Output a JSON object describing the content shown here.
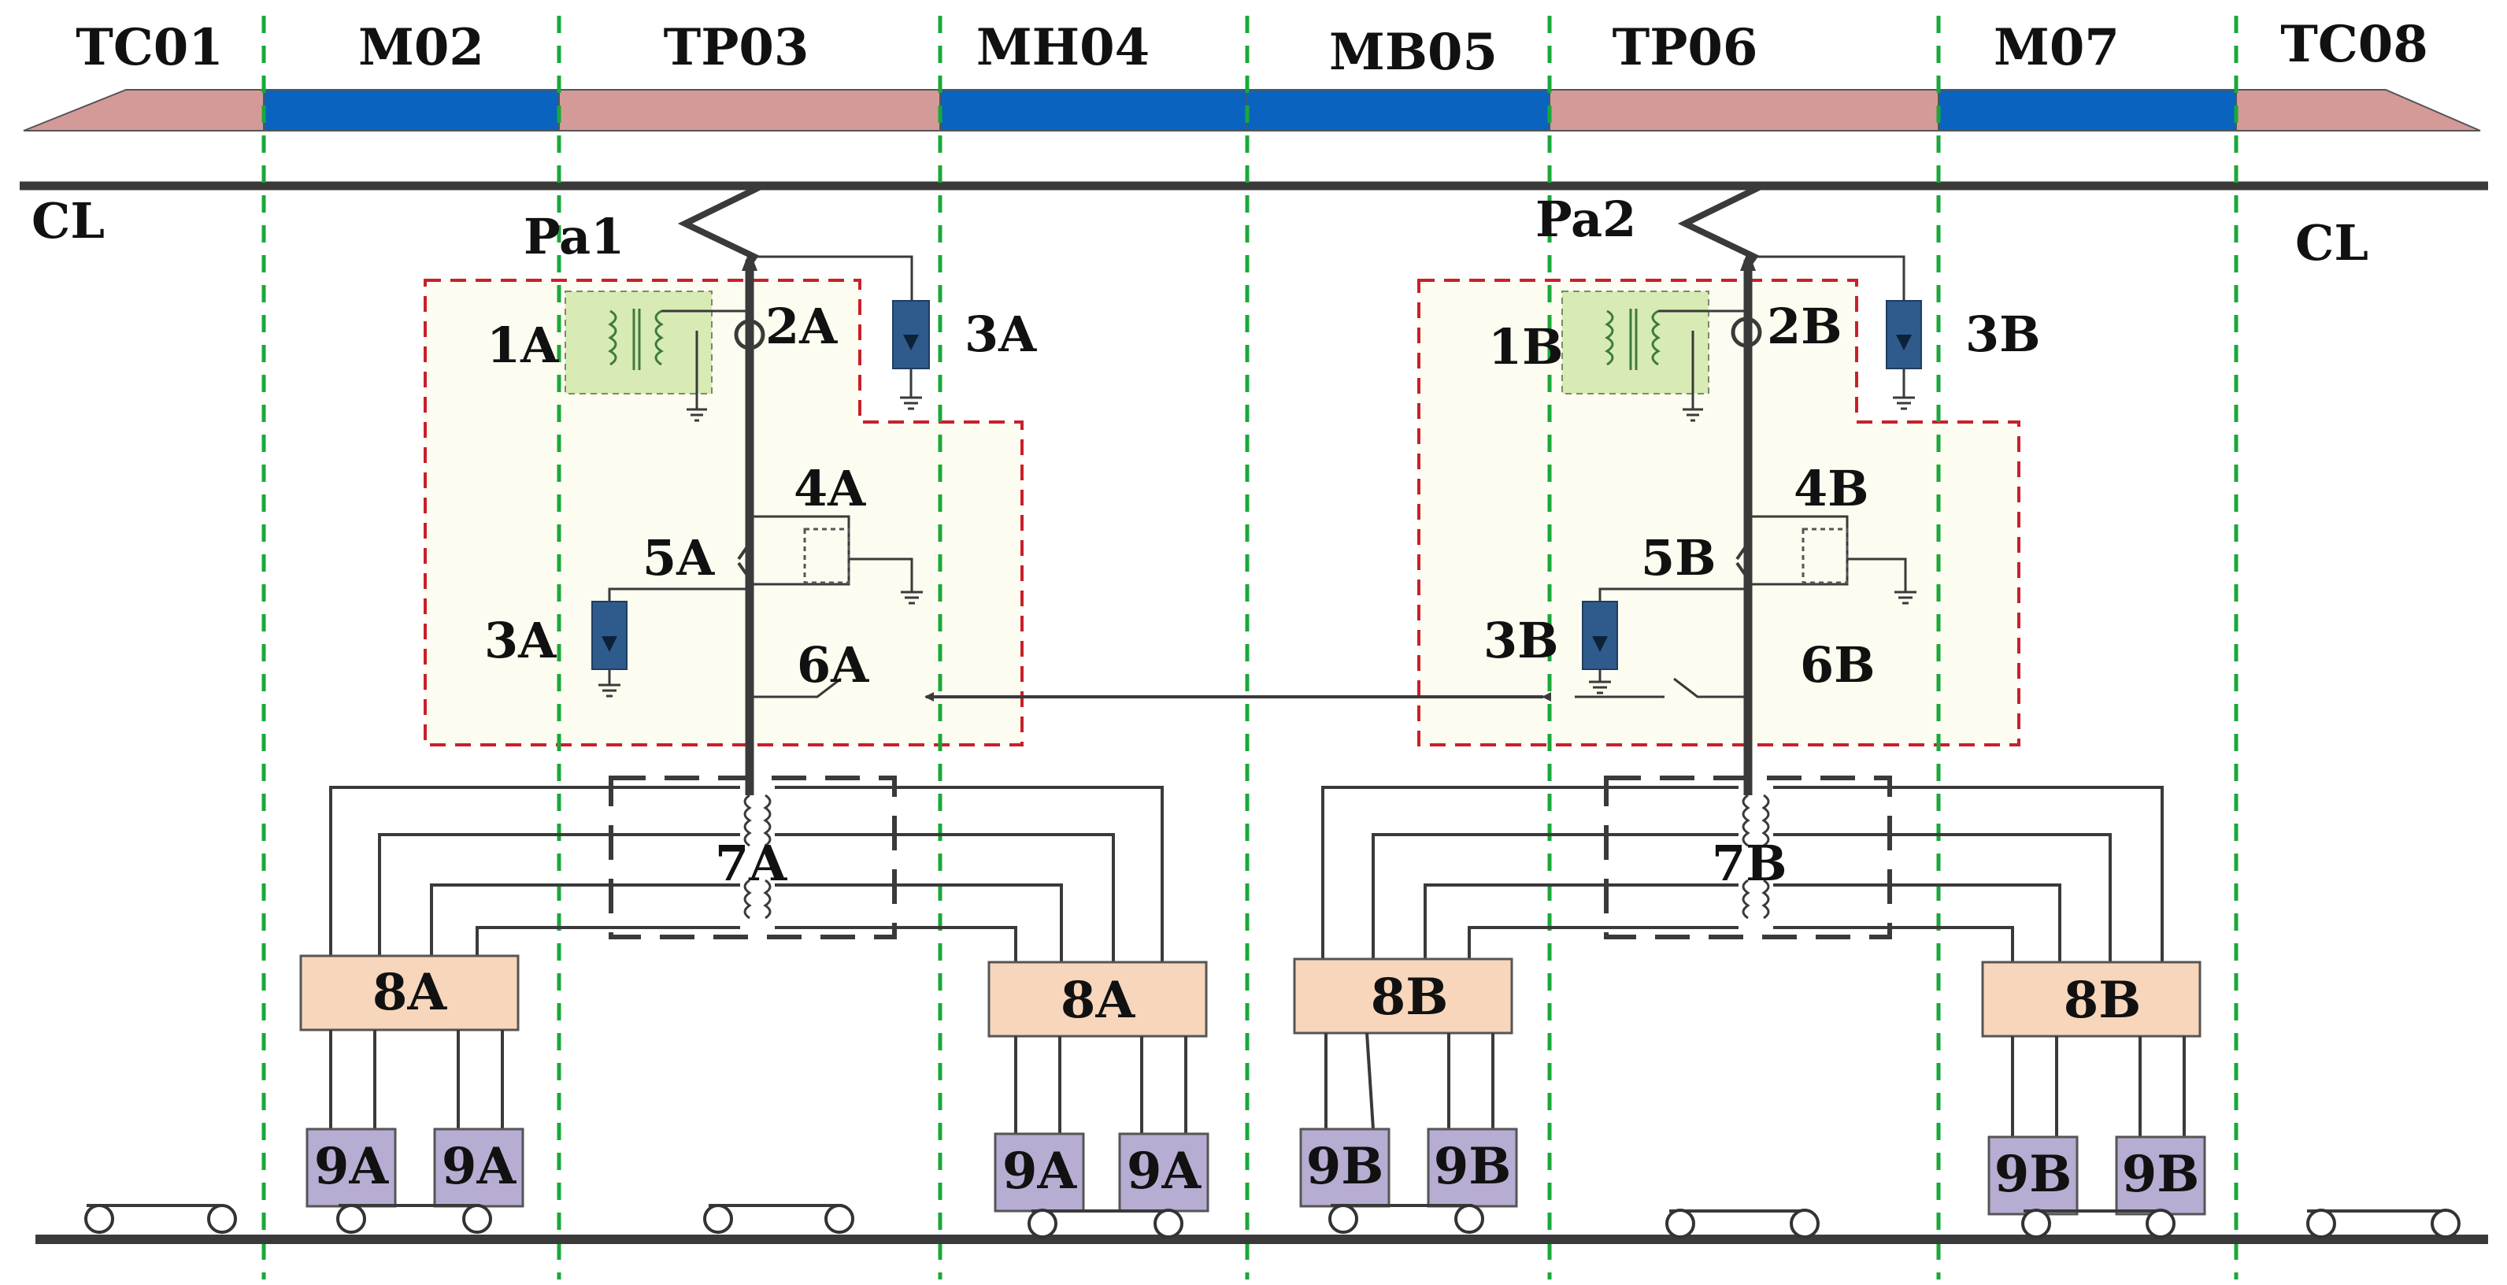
{
  "cars": [
    "TC01",
    "M02",
    "TP03",
    "MH04",
    "MB05",
    "TP06",
    "M07",
    "TC08"
  ],
  "catenary_labels": {
    "left": "CL",
    "right": "CL"
  },
  "pantographs": [
    "Pa1",
    "Pa2"
  ],
  "unit_a": {
    "transformer_1": "1A",
    "current_sensor_2": "2A",
    "arrester_top": "3A",
    "arrester_bottom": "3A",
    "earthing_switch_4": "4A",
    "main_switch_5": "5A",
    "coupling_switch_6": "6A",
    "main_transformer_7": "7A",
    "traction_converter_left": "8A",
    "traction_converter_right": "8A",
    "motor_1": "9A",
    "motor_2": "9A",
    "motor_3": "9A",
    "motor_4": "9A"
  },
  "unit_b": {
    "transformer_1": "1B",
    "current_sensor_2": "2B",
    "arrester_top": "3B",
    "arrester_bottom": "3B",
    "earthing_switch_4": "4B",
    "main_switch_5": "5B",
    "coupling_switch_6": "6B",
    "main_transformer_7": "7B",
    "traction_converter_left": "8B",
    "traction_converter_right": "8B",
    "motor_1": "9B",
    "motor_2": "9B",
    "motor_3": "9B",
    "motor_4": "9B"
  },
  "colors": {
    "trailer_car": "#d49a98",
    "motor_car": "#0a63bf",
    "divider": "#1aa83a",
    "zone_border": "#c8202a",
    "converter": "#f7d6bb",
    "motor": "#b7acd2",
    "arrester": "#2f5b8c",
    "voltage_transformer": "#d8ebb4"
  }
}
